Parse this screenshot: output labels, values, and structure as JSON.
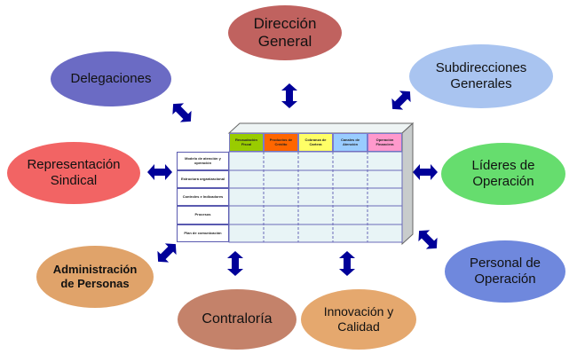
{
  "diagram": {
    "nodes": [
      {
        "id": "direccion-general",
        "lines": [
          "Dirección",
          "General"
        ],
        "color": "#c0625f"
      },
      {
        "id": "delegaciones",
        "lines": [
          "Delegaciones"
        ],
        "color": "#6b6bc4"
      },
      {
        "id": "subdirecciones-generales",
        "lines": [
          "Subdirecciones",
          "Generales"
        ],
        "color": "#a9c4f0"
      },
      {
        "id": "representacion-sindical",
        "lines": [
          "Representación",
          "Sindical"
        ],
        "color": "#f26464"
      },
      {
        "id": "lideres-de-operacion",
        "lines": [
          "Líderes de",
          "Operación"
        ],
        "color": "#66dd6e"
      },
      {
        "id": "administracion-de-personas",
        "lines": [
          "Administración",
          "de Personas"
        ],
        "color": "#e0a36a"
      },
      {
        "id": "personal-de-operacion",
        "lines": [
          "Personal de",
          "Operación"
        ],
        "color": "#6f88dd"
      },
      {
        "id": "contraloria",
        "lines": [
          "Contraloría"
        ],
        "color": "#c4826a"
      },
      {
        "id": "innovacion-y-calidad",
        "lines": [
          "Innovación y",
          "Calidad"
        ],
        "color": "#e5a86e"
      }
    ],
    "arrow_color": "#000099",
    "matrix": {
      "columns": [
        {
          "label": "Recaudación Fiscal",
          "color": "#99cc00"
        },
        {
          "label": "Productos de Crédito",
          "color": "#ff6600"
        },
        {
          "label": "Cobranza de Cartera",
          "color": "#ffff66"
        },
        {
          "label": "Canales de Atención",
          "color": "#99ccff"
        },
        {
          "label": "Operación Financiera",
          "color": "#ff99cc"
        }
      ],
      "rows": [
        "Modelo de atención y operación",
        "Estructura organizacional",
        "Controles e Indicadores",
        "Procesos",
        "Plan de comunicación"
      ]
    }
  }
}
